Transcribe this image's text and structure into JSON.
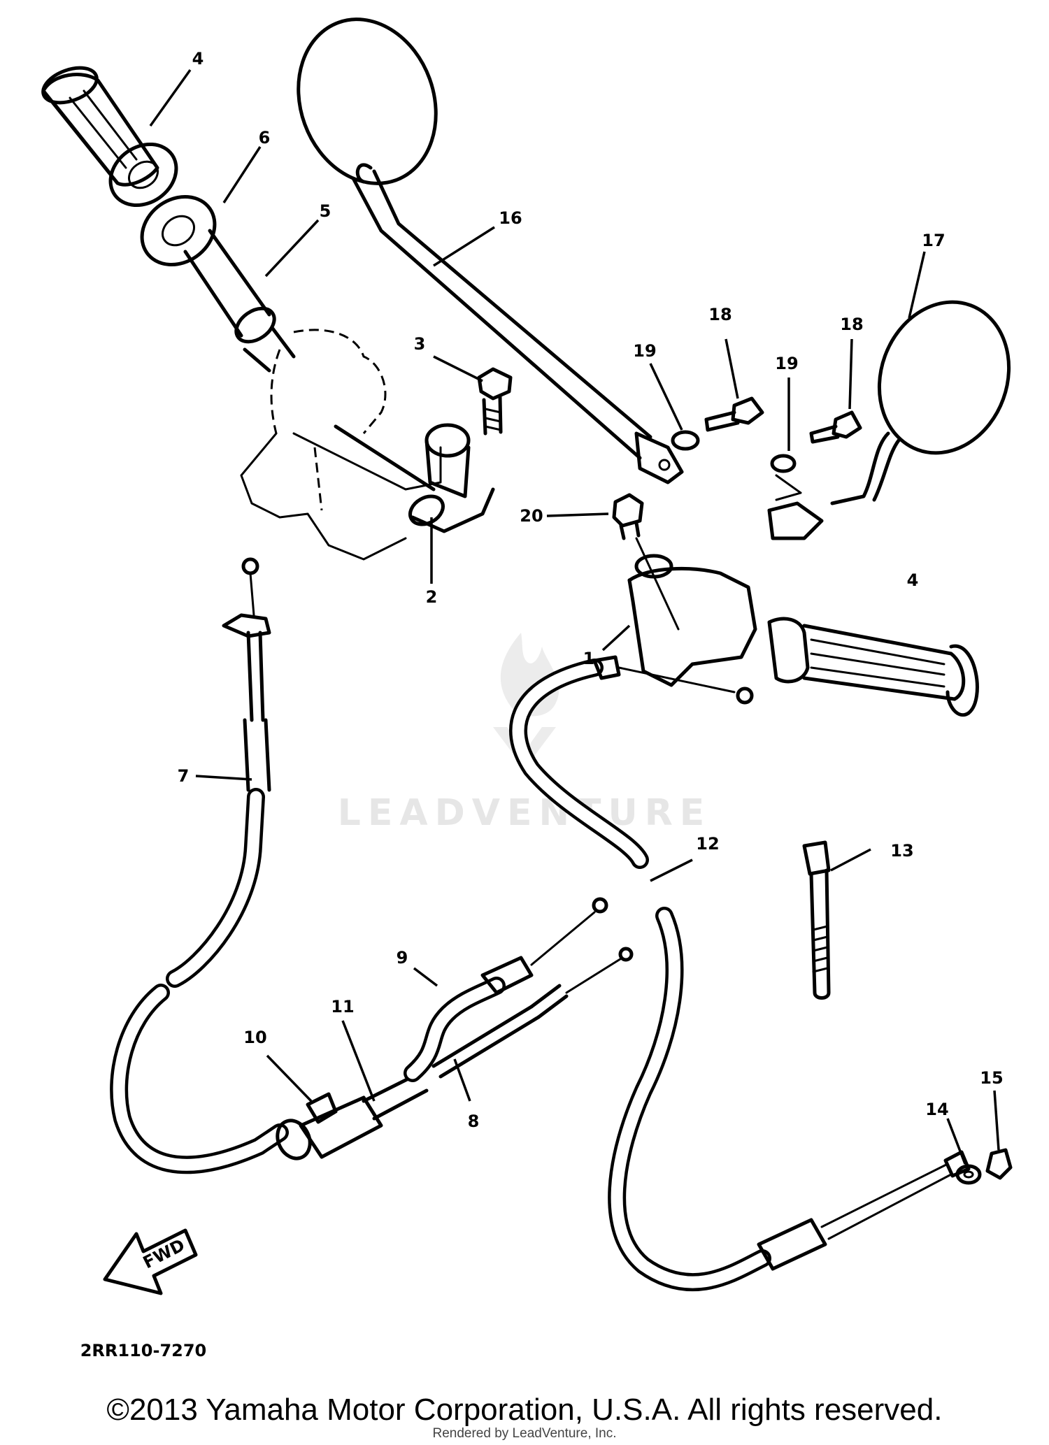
{
  "diagram": {
    "callouts": [
      "1",
      "2",
      "3",
      "4",
      "5",
      "6",
      "7",
      "8",
      "9",
      "10",
      "11",
      "12",
      "13",
      "14",
      "15",
      "16",
      "17",
      "18",
      "19",
      "20"
    ],
    "callout_4b": "4",
    "callout_18b": "18",
    "callout_19b": "19",
    "drawing_code": "2RR110-7270",
    "fwd_label": "FWD",
    "watermark": "LEADVENTURE"
  },
  "footer": {
    "copyright": "©2013 Yamaha Motor Corporation, U.S.A. All rights reserved.",
    "rendered_by": "Rendered by LeadVenture, Inc."
  }
}
